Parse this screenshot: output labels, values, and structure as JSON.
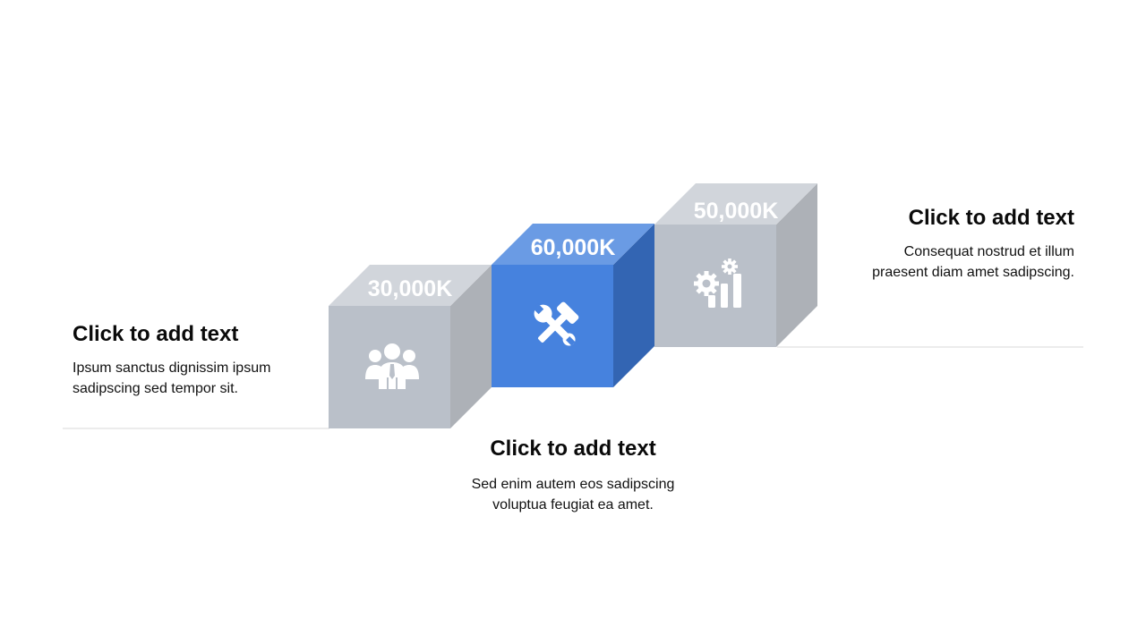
{
  "steps": [
    {
      "value": "30,000K",
      "title": "Click to add text",
      "line1": "Ipsum sanctus dignissim ipsum",
      "line2": "sadipscing sed tempor sit.",
      "icon": "team-icon",
      "front_color": "#bac0c9",
      "side_color": "#adb1b7",
      "top_color": "#d1d5db"
    },
    {
      "value": "60,000K",
      "title": "Click to add text",
      "line1": "Sed enim autem eos sadipscing",
      "line2": "voluptua feugiat ea amet.",
      "icon": "tools-icon",
      "front_color": "#4682de",
      "side_color": "#3365b3",
      "top_color": "#6a9be4"
    },
    {
      "value": "50,000K",
      "title": "Click to add text",
      "line1": "Consequat nostrud et illum",
      "line2": "praesent diam amet sadipscing.",
      "icon": "gear-chart-icon",
      "front_color": "#bac0c9",
      "side_color": "#adb1b7",
      "top_color": "#d1d5db"
    }
  ],
  "colors": {
    "baseline": "#d9d9d9",
    "icon": "#ffffff"
  }
}
